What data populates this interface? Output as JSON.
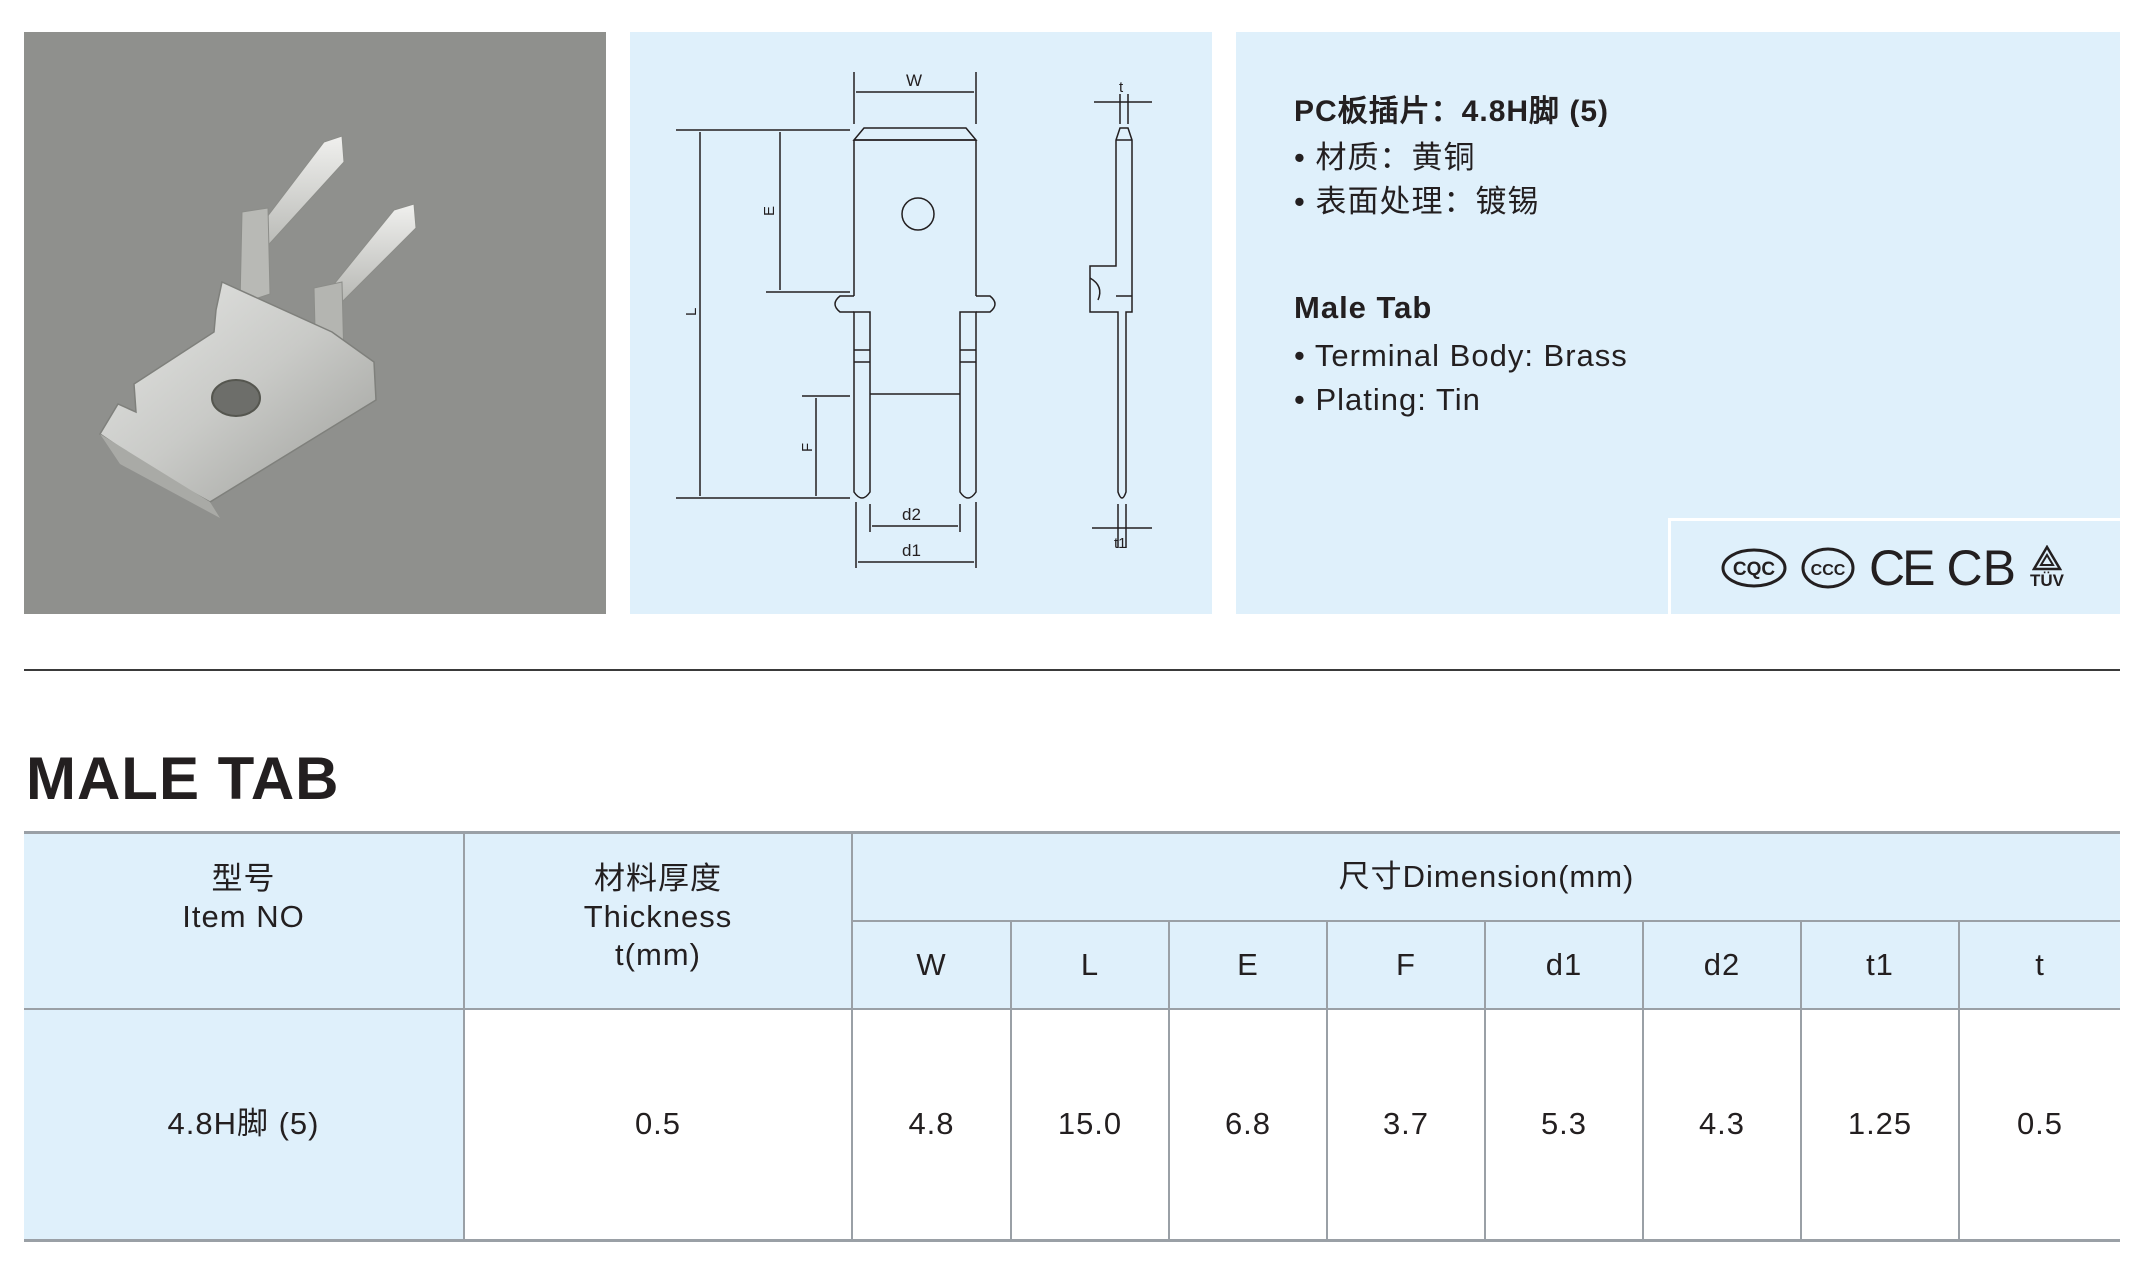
{
  "spec": {
    "title": "PC板插片：4.8H脚 (5)",
    "cn_lines": [
      "• 材质：黄铜",
      "• 表面处理：镀锡"
    ],
    "en_title": "Male Tab",
    "en_lines": [
      "• Terminal Body: Brass",
      "• Plating: Tin"
    ]
  },
  "drawing": {
    "labels": {
      "w": "W",
      "t": "t",
      "e": "E",
      "l": "L",
      "f": "F",
      "d2": "d2",
      "d1": "d1",
      "t1": "t1"
    }
  },
  "certifications": {
    "cqc": "CQC",
    "ccc": "CCC",
    "ce": "CE",
    "cb": "CB",
    "tuv": "TÜV"
  },
  "section": {
    "title": "MALE TAB"
  },
  "table": {
    "item_header_cn": "型号",
    "item_header_en": "Item NO",
    "thickness_header_cn": "材料厚度",
    "thickness_header_en": "Thickness",
    "thickness_header_unit": "t(mm)",
    "dimension_header": "尺寸Dimension(mm)",
    "dimension_columns": [
      "W",
      "L",
      "E",
      "F",
      "d1",
      "d2",
      "t1",
      "t"
    ],
    "row": {
      "item": "4.8H脚 (5)",
      "thickness": "0.5",
      "values": [
        "4.8",
        "15.0",
        "6.8",
        "3.7",
        "5.3",
        "4.3",
        "1.25",
        "0.5"
      ]
    }
  },
  "colors": {
    "panel_bg": "#dff0fb",
    "photo_bg": "#8f908d",
    "text": "#231f20",
    "rule": "#9aa0a6"
  }
}
